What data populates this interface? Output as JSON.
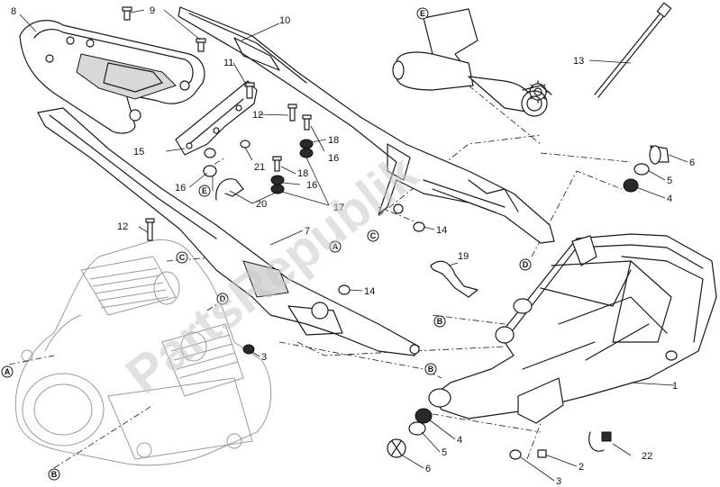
{
  "watermark": "PartsRepublik",
  "callouts": [
    "1",
    "2",
    "3",
    "3",
    "4",
    "4",
    "5",
    "5",
    "6",
    "6",
    "7",
    "8",
    "9",
    "10",
    "11",
    "12",
    "12",
    "13",
    "14",
    "14",
    "15",
    "16",
    "16",
    "16",
    "17",
    "18",
    "18",
    "19",
    "20",
    "21",
    "22"
  ],
  "refs": [
    "A",
    "A",
    "B",
    "B",
    "B",
    "C",
    "C",
    "D",
    "D",
    "E",
    "E"
  ],
  "accent_color": "#1a1a1a",
  "icons": [
    "gear-icon"
  ]
}
